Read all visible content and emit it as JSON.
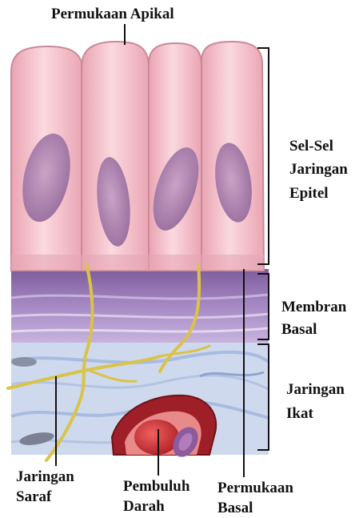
{
  "labels": {
    "apical_surface": "Permukaan Apikal",
    "epithelial_cells": "Sel-Sel\nJaringan\nEpitel",
    "basement_membrane": "Membran\nBasal",
    "connective_tissue": "Jaringan\nIkat",
    "nerve": "Jaringan\nSaraf",
    "blood_vessel": "Pembuluh\nDarah",
    "basal_surface": "Permukaan\nBasal"
  },
  "colors": {
    "cell_fill": "#f3b8c4",
    "cell_highlight": "#fbd9df",
    "cell_outline": "#c98a97",
    "nucleus": "#b98fb5",
    "membrane_dark": "#8e6aa8",
    "membrane_light": "#b69ad0",
    "connective": "#c8d4ec",
    "fiber": "#9fb2d8",
    "nerve": "#d9c348",
    "vessel": "#a8232b",
    "blood_cell": "#d83a3a"
  }
}
